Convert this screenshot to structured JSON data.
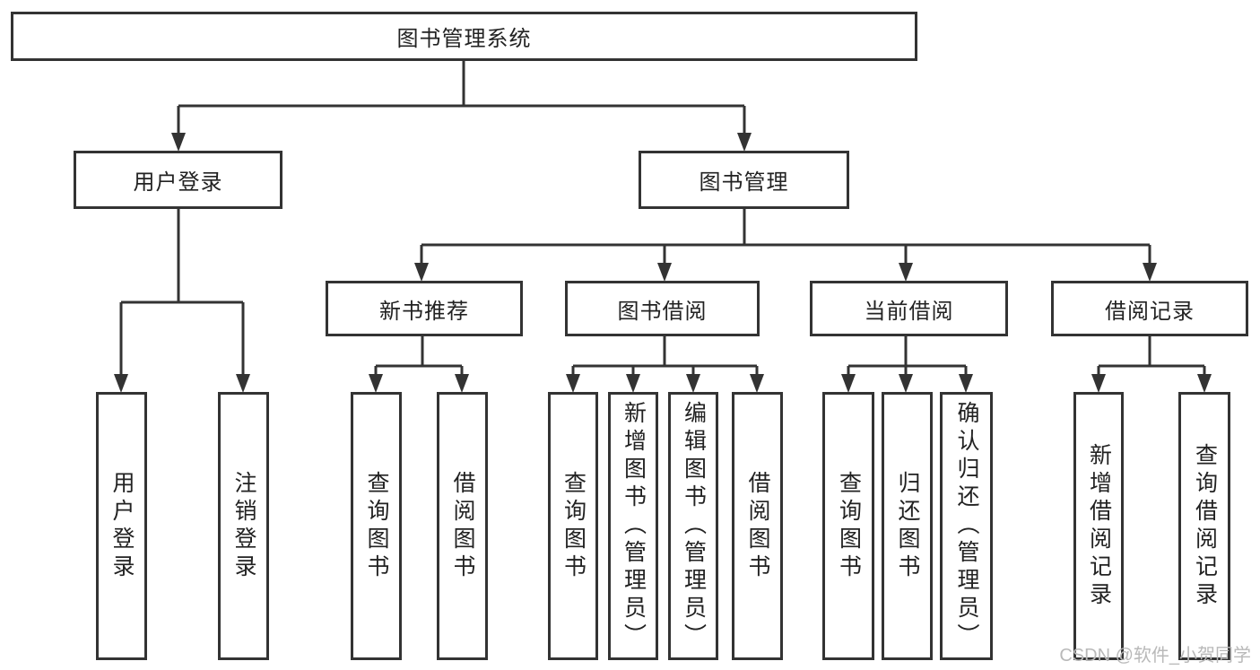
{
  "diagram": {
    "title": "图书管理系统",
    "nodes": {
      "root": "图书管理系统",
      "user_login": "用户登录",
      "book_mgmt": "图书管理",
      "new_book": "新书推荐",
      "book_borrow": "图书借阅",
      "current_borrow": "当前借阅",
      "borrow_record": "借阅记录",
      "leaves": {
        "user_login": [
          "用户登录",
          "注销登录"
        ],
        "new_book": [
          "查询图书",
          "借阅图书"
        ],
        "book_borrow": [
          "查询图书",
          "新增图书（管理员）",
          "编辑图书（管理员）",
          "借阅图书"
        ],
        "current_borrow": [
          "查询图书",
          "归还图书",
          "确认归还（管理员）"
        ],
        "borrow_record": [
          "新增借阅记录",
          "查询借阅记录"
        ]
      }
    },
    "colors": {
      "line": "#333333",
      "text": "#222222",
      "background": "#ffffff",
      "watermark_color": "#b9b9b9"
    }
  },
  "watermark": {
    "text": "CSDN @软件_小贺同学"
  }
}
